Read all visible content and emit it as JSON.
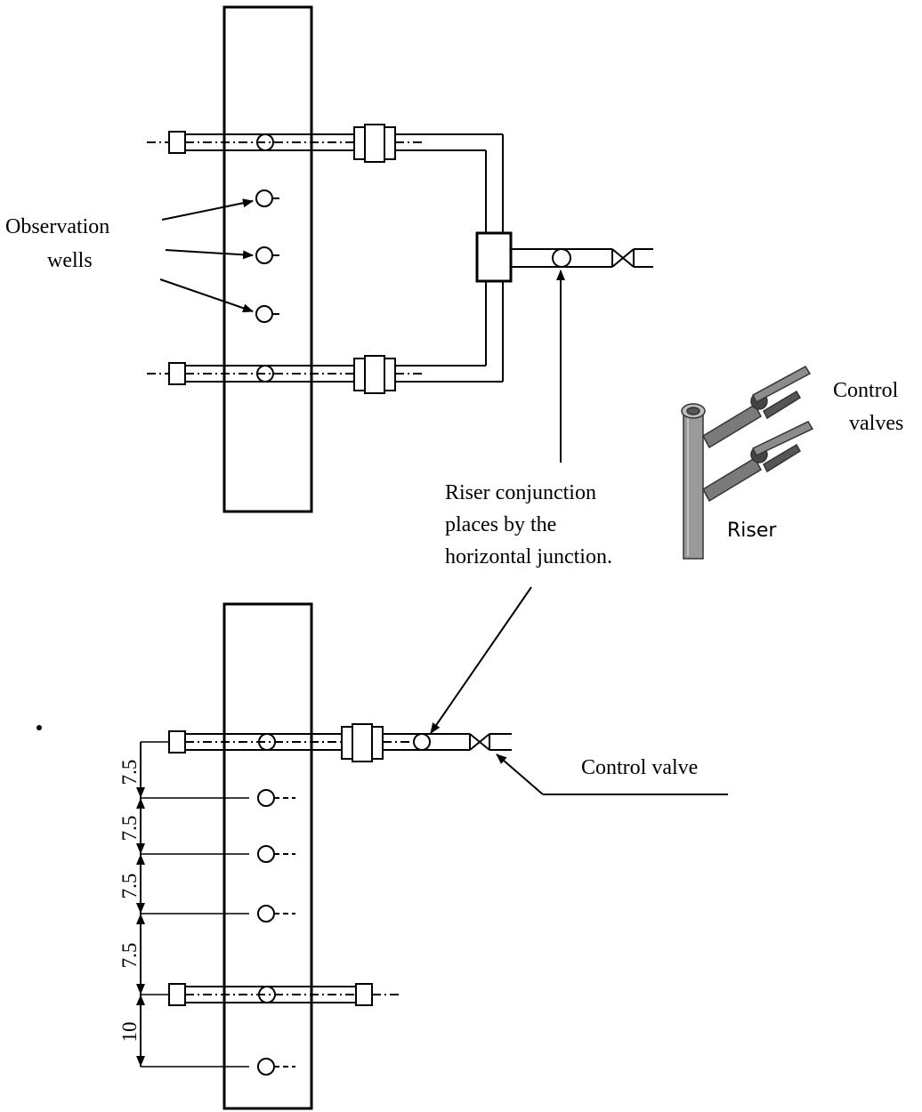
{
  "labels": {
    "observation_wells": [
      "Observation",
      "wells"
    ],
    "control_valves": [
      "Control",
      "valves"
    ],
    "riser": "Riser",
    "riser_conjunction": [
      "Riser conjunction",
      "places by the",
      "horizontal junction."
    ],
    "control_valve": "Control valve"
  },
  "dimensions": [
    "7.5",
    "7.5",
    "7.5",
    "7.5",
    "10"
  ],
  "colors": {
    "ink": "#000000",
    "pipe_photo": "#8a8a8a"
  }
}
